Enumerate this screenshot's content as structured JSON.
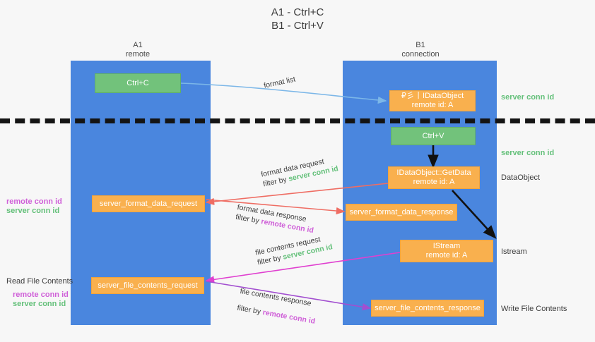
{
  "title": {
    "line1": "A1 - Ctrl+C",
    "line2": "B1 - Ctrl+V"
  },
  "lanes": [
    {
      "name": "A1",
      "sub": "remote"
    },
    {
      "name": "B1",
      "sub": "connection"
    }
  ],
  "nodes": {
    "ctrl_c": "Ctrl+C",
    "ctrl_v": "Ctrl+V",
    "idataobject_title": "IDataObject",
    "idataobject_tofu": "₽彡丨",
    "idataobject_sub": "remote id: A",
    "getdata_title": "IDataObject::GetData",
    "getdata_sub": "remote id: A",
    "istream_title": "IStream",
    "istream_sub": "remote id: A",
    "server_format_data_request": "server_format_data_request",
    "server_format_data_response": "server_format_data_response",
    "server_file_contents_request": "server_file_contents_request",
    "server_file_contents_response": "server_file_contents_response"
  },
  "right_labels": {
    "server_conn_id_top": "server conn id",
    "server_conn_id_mid": "server conn id",
    "dataobject": "DataObject",
    "istream": "Istream",
    "write_file_contents": "Write File Contents"
  },
  "left_labels": {
    "remote_conn_id_1": "remote conn id",
    "server_conn_id_1": "server conn id",
    "read_file_contents": "Read File Contents",
    "remote_conn_id_2": "remote conn id",
    "server_conn_id_2": "server conn id"
  },
  "edges": {
    "format_list": "format list",
    "format_data_request": "format data request",
    "format_data_request_filter_prefix": "filter by ",
    "format_data_request_filter_key": "server conn id",
    "format_data_response": "format data response",
    "format_data_response_filter_prefix": "filter by ",
    "format_data_response_filter_key": "remote conn id",
    "file_contents_request": "file contents request",
    "file_contents_request_filter_prefix": "filter by ",
    "file_contents_request_filter_key": "server conn id",
    "file_contents_response": "file contents response",
    "file_contents_response_filter_prefix": "filter by ",
    "file_contents_response_filter_key": "remote conn id"
  },
  "colors": {
    "lane": "#4a86de",
    "green_node": "#72c27b",
    "orange_node": "#f9b04e",
    "server_conn_id": "#64c07a",
    "remote_conn_id": "#cf5fd8",
    "arrow_blue": "#7cb7e8",
    "arrow_red": "#ef6d63",
    "arrow_magenta": "#e040d0",
    "arrow_purple": "#a24fd0",
    "arrow_black": "#111111",
    "divider": "#141414",
    "background": "#f7f7f7"
  }
}
